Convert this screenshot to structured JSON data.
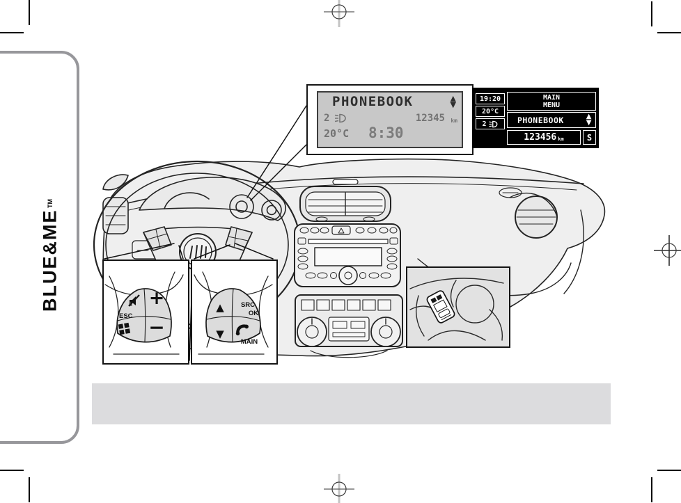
{
  "tab": {
    "label": "BLUE&ME",
    "trademark": "TM"
  },
  "display_small": {
    "menu_item": "PHONEBOOK",
    "gear_position": "2",
    "odometer": "12345",
    "odometer_unit": "km",
    "temperature": "20°C",
    "time": "8:30"
  },
  "display_large": {
    "time": "19:20",
    "temperature": "20°C",
    "gear_position": "2",
    "menu_title_line1": "MAIN",
    "menu_title_line2": "MENU",
    "menu_item": "PHONEBOOK",
    "odometer": "123456",
    "odometer_unit": "km",
    "trip": "S"
  },
  "steering_controls": {
    "left": {
      "esc": "ESC",
      "volume_up": "+",
      "volume_down": "−"
    },
    "right": {
      "up": "▲",
      "down": "▼",
      "src": "SRC",
      "ok": "OK",
      "main": "MAIN"
    }
  },
  "icons": {
    "up_arrow": "▲",
    "down_arrow": "▼",
    "low_beam": "low-beam-headlight",
    "mute": "mute-speaker",
    "windows": "windows-logo",
    "phone": "phone-handset"
  },
  "colors": {
    "line_art": "#242424",
    "panel_gray": "#dcdcdc",
    "lcd_bg": "#c8c8c8",
    "display_bg": "#000000",
    "display_text": "#ffffff",
    "bottom_bar": "#dcdcde",
    "tab_stroke": "#97979b"
  }
}
